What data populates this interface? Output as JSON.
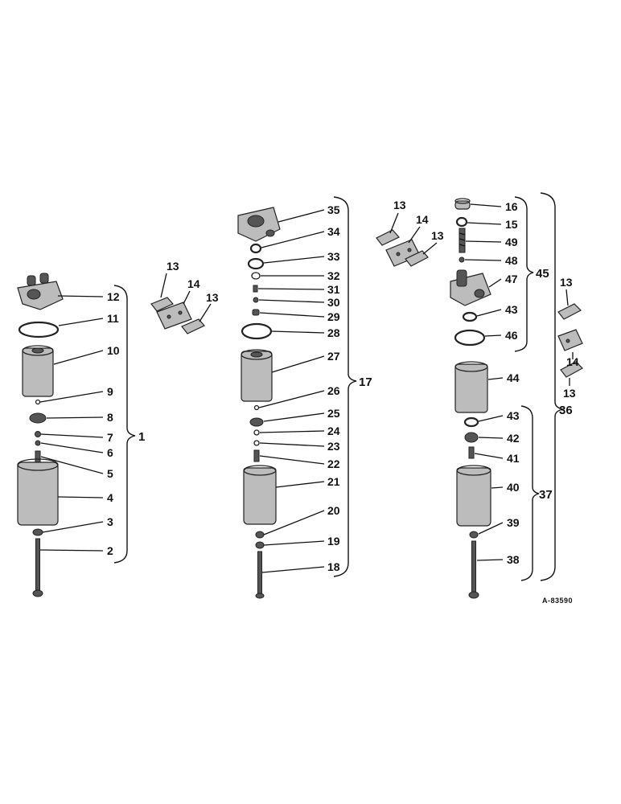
{
  "diagram": {
    "reference_code": "A-83590",
    "assembly_left": {
      "group_label": "1",
      "callouts": [
        "12",
        "11",
        "10",
        "9",
        "8",
        "7",
        "6",
        "5",
        "4",
        "3",
        "2"
      ],
      "gasket_callouts": [
        "13",
        "14",
        "13"
      ]
    },
    "assembly_center": {
      "group_label": "17",
      "callouts": [
        "35",
        "34",
        "33",
        "32",
        "31",
        "30",
        "29",
        "28",
        "27",
        "26",
        "25",
        "24",
        "23",
        "22",
        "21",
        "20",
        "19",
        "18"
      ],
      "gasket_callouts": [
        "13",
        "14",
        "13"
      ]
    },
    "assembly_right": {
      "group_label_outer": "36",
      "group_label_head": "45",
      "group_label_lower": "37",
      "callouts": [
        "16",
        "15",
        "49",
        "48",
        "47",
        "43",
        "46",
        "44",
        "43",
        "42",
        "41",
        "40",
        "39",
        "38"
      ],
      "gasket_callouts": [
        "13",
        "14",
        "13"
      ]
    }
  }
}
